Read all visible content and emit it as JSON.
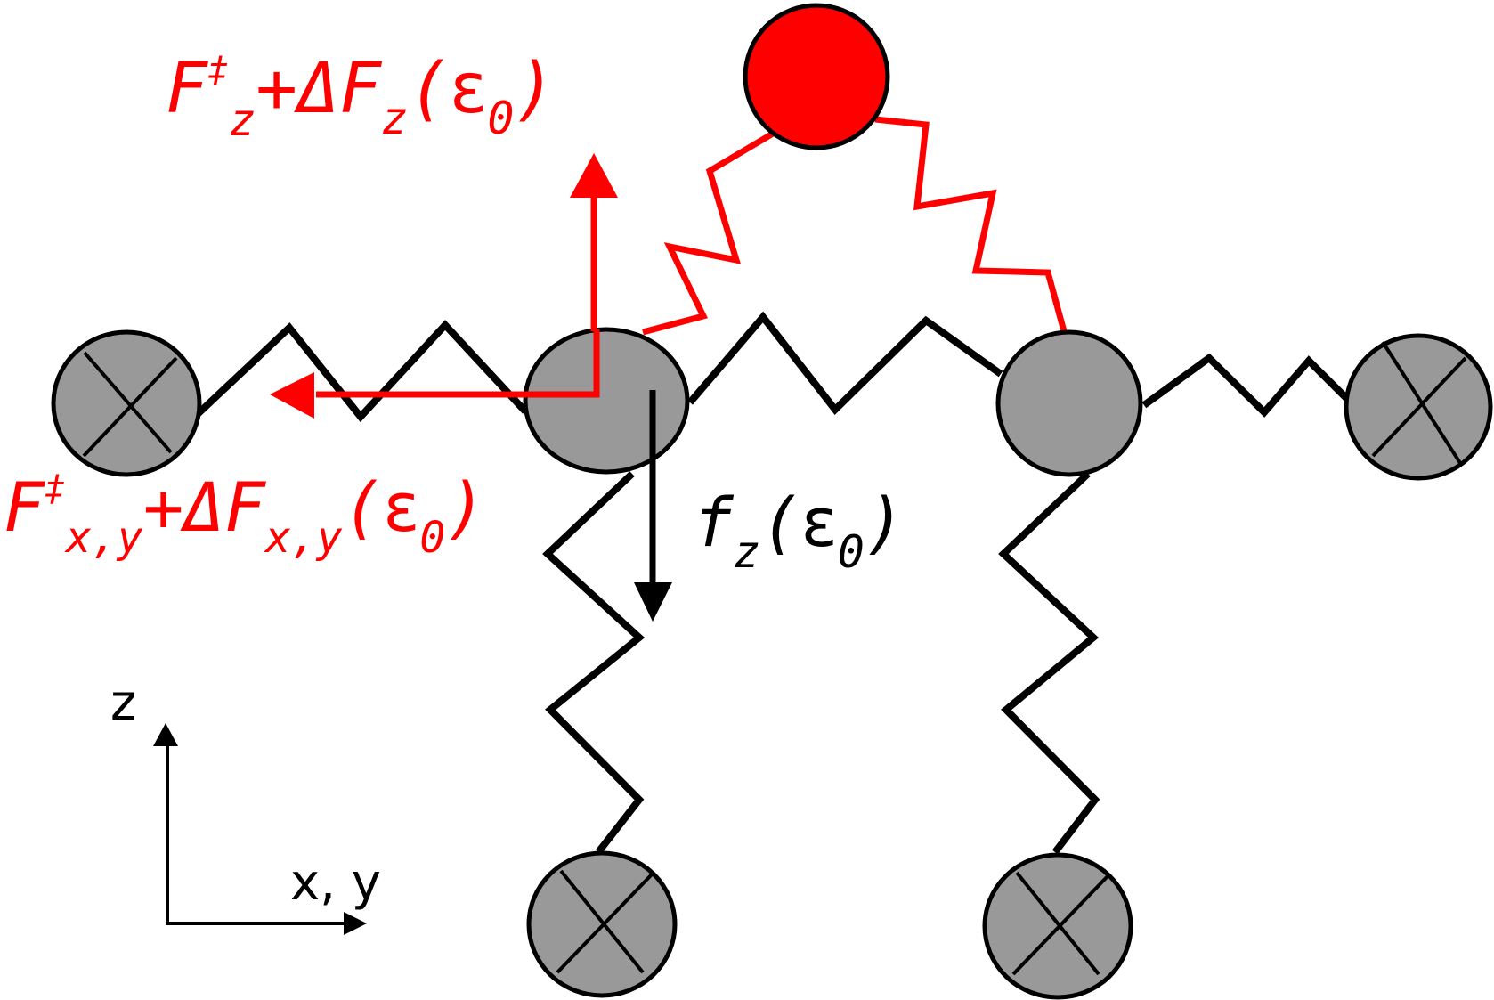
{
  "labels": {
    "force_z": {
      "base": "F",
      "sup": "‡",
      "sub1": "z",
      "plus": "+",
      "delta": "ΔF",
      "sub2": "z",
      "open": "(",
      "eps": "ε",
      "eps_sub": "0",
      "close": ")"
    },
    "force_xy": {
      "base": "F",
      "sup": "‡",
      "sub1": "x,y",
      "plus": "+",
      "delta": "ΔF",
      "sub2": "x,y",
      "open": "(",
      "eps": "ε",
      "eps_sub": "0",
      "close": ")"
    },
    "f_z": {
      "base": "f",
      "sub": "z",
      "open": "(",
      "eps": "ε",
      "eps_sub": "0",
      "close": ")"
    }
  },
  "axes": {
    "vertical": "z",
    "horizontal": "x, y"
  },
  "colors": {
    "red": "#ff0000",
    "black": "#000000",
    "node_fill": "#999999"
  },
  "icons": {
    "fixed_node": "cross-in-circle-icon",
    "free_node": "circle-icon"
  }
}
